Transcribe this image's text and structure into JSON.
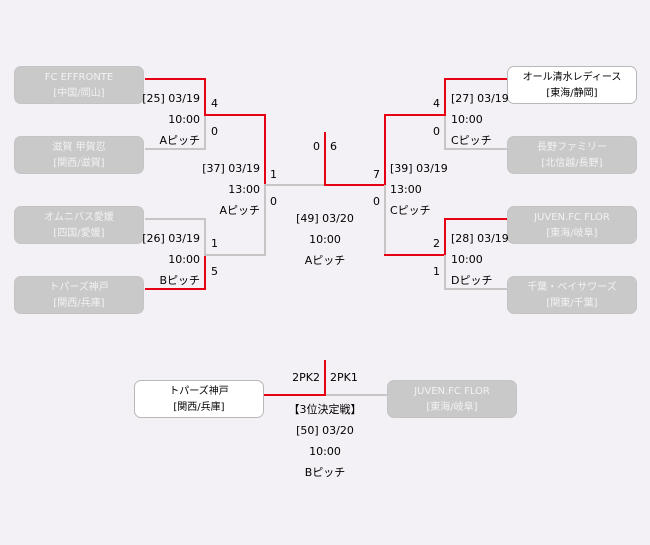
{
  "teams": {
    "effronte": {
      "name": "FC EFFRONTE",
      "region": "[中国/岡山]"
    },
    "koka": {
      "name": "滋賀 甲賀忍",
      "region": "[関西/滋賀]"
    },
    "omnibus": {
      "name": "オムニバス愛媛",
      "region": "[四国/愛媛]"
    },
    "topaz": {
      "name": "トパーズ神戸",
      "region": "[関西/兵庫]"
    },
    "shimizu": {
      "name": "オール清水レディース",
      "region": "[東海/静岡]"
    },
    "nagano": {
      "name": "長野ファミリー",
      "region": "[北信越/長野]"
    },
    "juven": {
      "name": "JUVEN.FC FLOR",
      "region": "[東海/岐阜]"
    },
    "chiba": {
      "name": "千葉・ベイサワーズ",
      "region": "[関東/千葉]"
    },
    "third_left": {
      "name": "トパーズ神戸",
      "region": "[関西/兵庫]"
    },
    "third_right": {
      "name": "JUVEN.FC FLOR",
      "region": "[東海/岐阜]"
    }
  },
  "matches": {
    "m25": {
      "id": "[25] 03/19",
      "time": "10:00",
      "pitch": "Aピッチ",
      "score_top": "4",
      "score_bottom": "0"
    },
    "m26": {
      "id": "[26] 03/19",
      "time": "10:00",
      "pitch": "Bピッチ",
      "score_top": "1",
      "score_bottom": "5"
    },
    "m27": {
      "id": "[27] 03/19",
      "time": "10:00",
      "pitch": "Cピッチ",
      "score_top": "4",
      "score_bottom": "0"
    },
    "m28": {
      "id": "[28] 03/19",
      "time": "10:00",
      "pitch": "Dピッチ",
      "score_top": "2",
      "score_bottom": "1"
    },
    "m37": {
      "id": "[37] 03/19",
      "time": "13:00",
      "pitch": "Aピッチ",
      "score_top": "1",
      "score_bottom": "0"
    },
    "m39": {
      "id": "[39] 03/19",
      "time": "13:00",
      "pitch": "Cピッチ",
      "score_top": "7",
      "score_bottom": "0"
    },
    "m49": {
      "id": "[49] 03/20",
      "time": "10:00",
      "pitch": "Aピッチ",
      "score_left": "0",
      "score_right": "6"
    },
    "m50": {
      "title": "【3位決定戦】",
      "id": "[50] 03/20",
      "time": "10:00",
      "pitch": "Bピッチ",
      "score_left": "2PK2",
      "score_right": "2PK1"
    }
  },
  "colors": {
    "winner_line": "#e60012",
    "loser_line": "#c6c6c6",
    "lost_team_bg": "#c9c9c9",
    "winner_team_bg": "#ffffff"
  }
}
